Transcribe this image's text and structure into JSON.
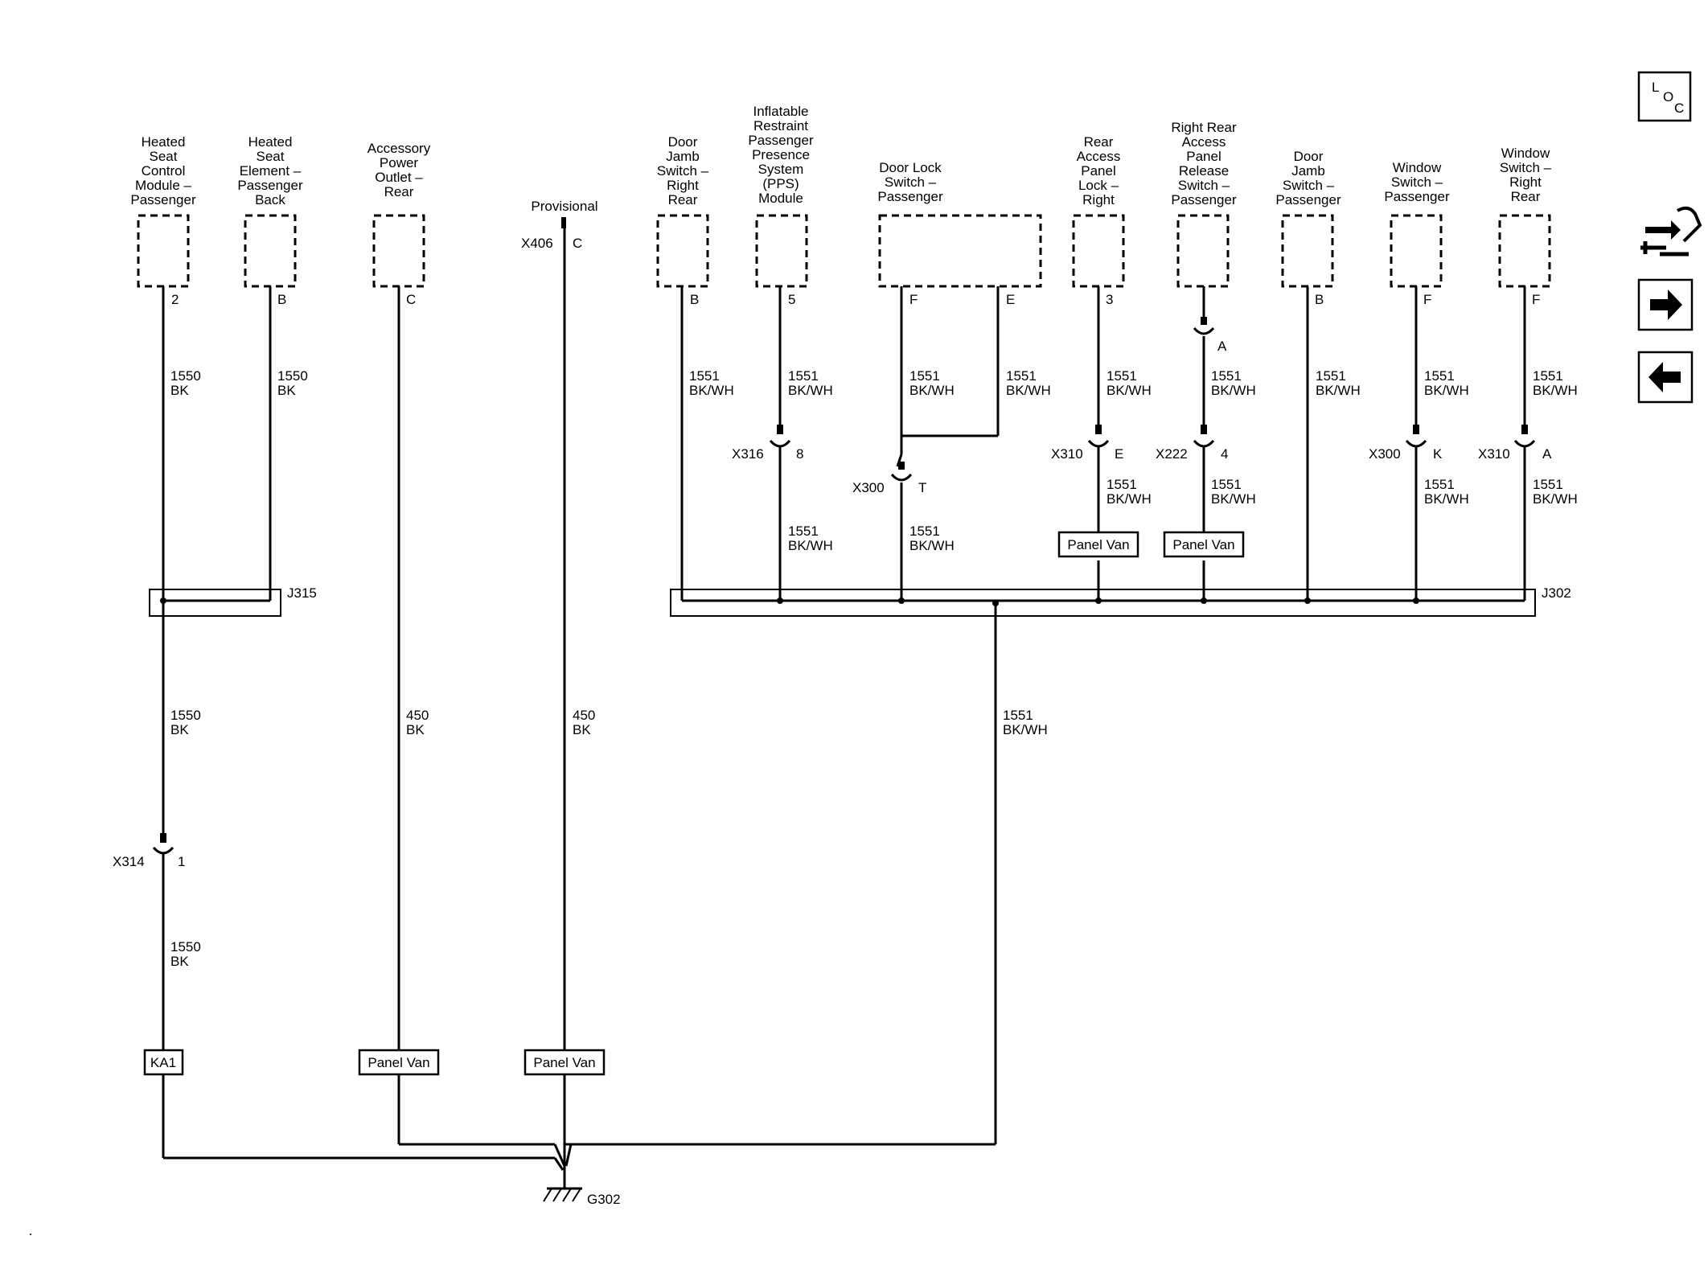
{
  "components": [
    {
      "id": "heated-seat-control-module",
      "lines": [
        "Heated",
        "Seat",
        "Control",
        "Module –",
        "Passenger"
      ],
      "pin": "2"
    },
    {
      "id": "heated-seat-element",
      "lines": [
        "Heated",
        "Seat",
        "Element –",
        "Passenger",
        "Back"
      ],
      "pin": "B"
    },
    {
      "id": "accessory-power-outlet",
      "lines": [
        "Accessory",
        "Power",
        "Outlet –",
        "Rear"
      ],
      "pin": "C"
    },
    {
      "id": "door-jamb-switch-right-rear",
      "lines": [
        "Door",
        "Jamb",
        "Switch –",
        "Right",
        "Rear"
      ],
      "pin": "B"
    },
    {
      "id": "pps-module",
      "lines": [
        "Inflatable",
        "Restraint",
        "Passenger",
        "Presence",
        "System",
        "(PPS)",
        "Module"
      ],
      "pin": "5"
    },
    {
      "id": "door-lock-switch-passenger",
      "lines": [
        "Door Lock",
        "Switch –",
        "Passenger"
      ],
      "pin": "F",
      "pin2": "E"
    },
    {
      "id": "rear-access-panel-lock",
      "lines": [
        "Rear",
        "Access",
        "Panel",
        "Lock –",
        "Right"
      ],
      "pin": "3"
    },
    {
      "id": "rear-access-panel-release-switch",
      "lines": [
        "Right Rear",
        "Access",
        "Panel",
        "Release",
        "Switch –",
        "Passenger"
      ],
      "pin": ""
    },
    {
      "id": "door-jamb-switch-passenger",
      "lines": [
        "Door",
        "Jamb",
        "Switch –",
        "Passenger"
      ],
      "pin": "B"
    },
    {
      "id": "window-switch-passenger",
      "lines": [
        "Window",
        "Switch –",
        "Passenger"
      ],
      "pin": "F"
    },
    {
      "id": "window-switch-right-rear",
      "lines": [
        "Window",
        "Switch –",
        "Right",
        "Rear"
      ],
      "pin": "F"
    }
  ],
  "provisional": {
    "label": "Provisional",
    "connector": "X406",
    "pin": "C"
  },
  "wires": {
    "w1550": [
      "1550",
      "BK"
    ],
    "w450": [
      "450",
      "BK"
    ],
    "w1551": [
      "1551",
      "BK/WH"
    ]
  },
  "connectors": [
    {
      "id": "x316",
      "name": "X316",
      "pin": "8"
    },
    {
      "id": "x300-t",
      "name": "X300",
      "pin": "T"
    },
    {
      "id": "x310-e",
      "name": "X310",
      "pin": "E"
    },
    {
      "id": "x222",
      "name": "X222",
      "pin": "4"
    },
    {
      "id": "x300-k",
      "name": "X300",
      "pin": "K"
    },
    {
      "id": "x310-a",
      "name": "X310",
      "pin": "A"
    },
    {
      "id": "x314",
      "name": "X314",
      "pin": "1"
    },
    {
      "id": "release-a",
      "name": "",
      "pin": "A"
    }
  ],
  "splices": {
    "j315": "J315",
    "j302": "J302"
  },
  "options": {
    "ka1": "KA1",
    "panel_van": "Panel Van"
  },
  "ground": "G302",
  "nav": {
    "loc_icon": "loc-icon",
    "component_icon": "connector-tool-icon",
    "next_icon": "arrow-right-icon",
    "prev_icon": "arrow-left-icon",
    "loc_letters": [
      "L",
      "O",
      "C"
    ]
  }
}
